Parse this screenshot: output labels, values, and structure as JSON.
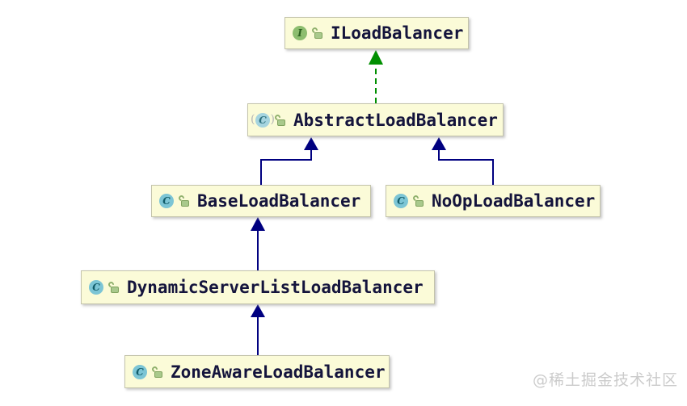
{
  "diagram": {
    "type": "uml-class-diagram",
    "icons": {
      "interface_glyph": "I",
      "class_glyph": "C"
    },
    "nodes": [
      {
        "label": "ILoadBalancer",
        "kind": "interface"
      },
      {
        "label": "AbstractLoadBalancer",
        "kind": "abstract-class"
      },
      {
        "label": "BaseLoadBalancer",
        "kind": "class"
      },
      {
        "label": "NoOpLoadBalancer",
        "kind": "class"
      },
      {
        "label": "DynamicServerListLoadBalancer",
        "kind": "class"
      },
      {
        "label": "ZoneAwareLoadBalancer",
        "kind": "class"
      }
    ],
    "edges": [
      {
        "from": "AbstractLoadBalancer",
        "to": "ILoadBalancer",
        "relation": "implements",
        "line": "dashed"
      },
      {
        "from": "BaseLoadBalancer",
        "to": "AbstractLoadBalancer",
        "relation": "extends",
        "line": "solid"
      },
      {
        "from": "NoOpLoadBalancer",
        "to": "AbstractLoadBalancer",
        "relation": "extends",
        "line": "solid"
      },
      {
        "from": "DynamicServerListLoadBalancer",
        "to": "BaseLoadBalancer",
        "relation": "extends",
        "line": "solid"
      },
      {
        "from": "ZoneAwareLoadBalancer",
        "to": "DynamicServerListLoadBalancer",
        "relation": "extends",
        "line": "solid"
      }
    ],
    "colors": {
      "node_fill": "#fbfbd8",
      "node_border": "#c3c3ab",
      "extends_color": "#000080",
      "implements_color": "#008f00",
      "interface_icon": "#8cbd6f",
      "class_icon": "#7cc5d5",
      "watermark_color": "#cbcbcb"
    },
    "watermark": "@稀土掘金技术社区"
  }
}
